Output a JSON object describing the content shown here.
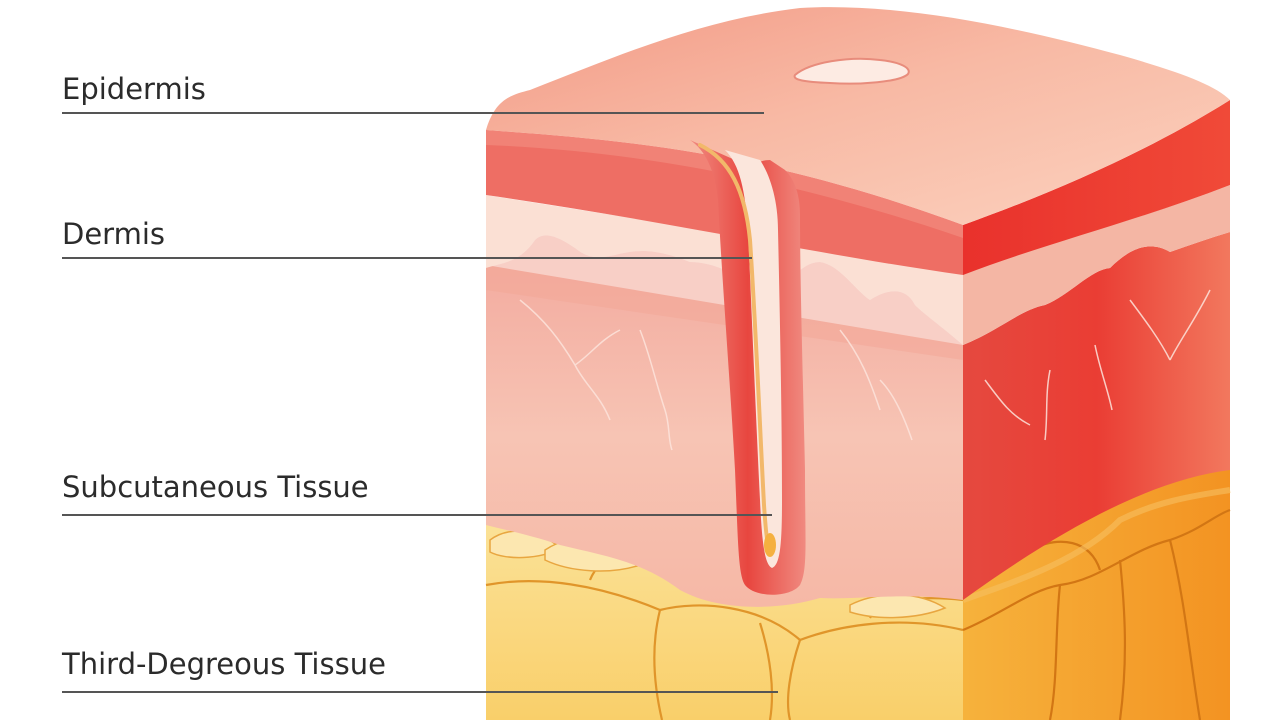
{
  "labels": {
    "epidermis": "Epidermis",
    "dermis": "Dermis",
    "subcutaneous": "Subcutaneous Tissue",
    "third": "Third-Degreous Tissue"
  },
  "colors": {
    "top_surface": "#f7b5a0",
    "epidermis_band": "#ee6a62",
    "right_face_red": "#e8302c",
    "dermis_front": "#f6c2b4",
    "fat_yellow": "#fad77a",
    "fat_orange": "#f5a128",
    "leader_line": "#555555",
    "label_text": "#2b2b2b"
  }
}
